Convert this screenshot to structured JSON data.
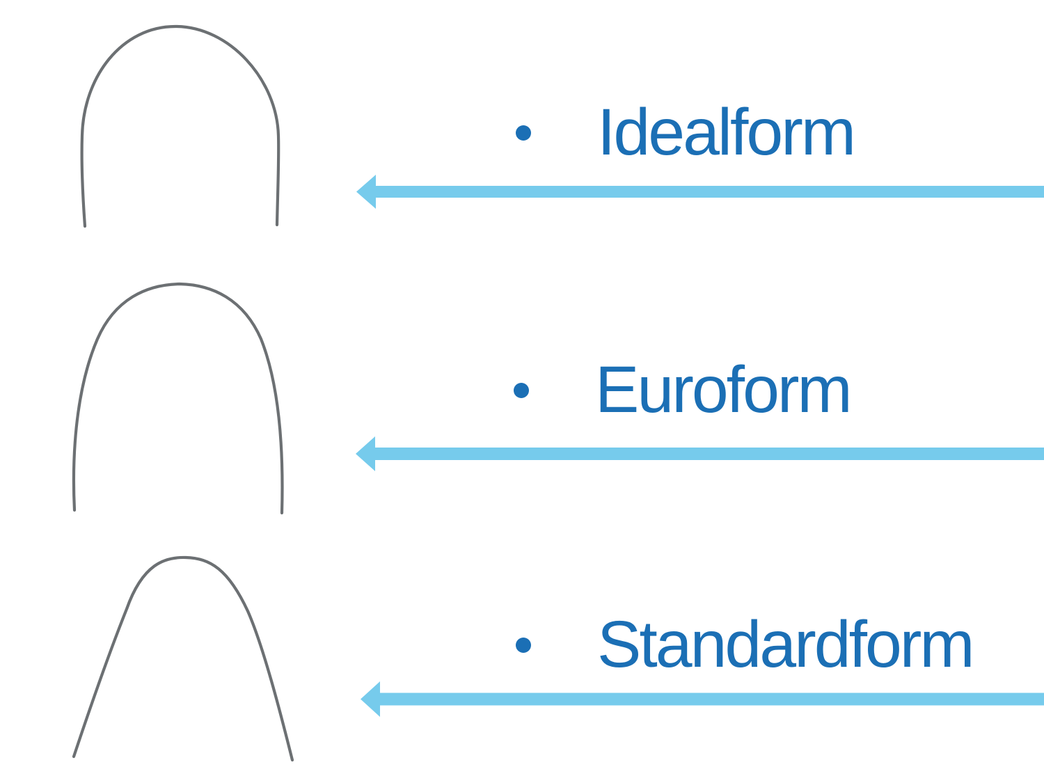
{
  "colors": {
    "label": "#1b6fb5",
    "bullet": "#1b6fb5",
    "arrow": "#76cbec",
    "wire": "#5f6467"
  },
  "items": [
    {
      "label": "Idealform",
      "bullet": "•",
      "image": "archwire-idealform-outline"
    },
    {
      "label": "Euroform",
      "bullet": "•",
      "image": "archwire-euroform-outline"
    },
    {
      "label": "Standardform",
      "bullet": "•",
      "image": "archwire-standardform-outline"
    }
  ]
}
